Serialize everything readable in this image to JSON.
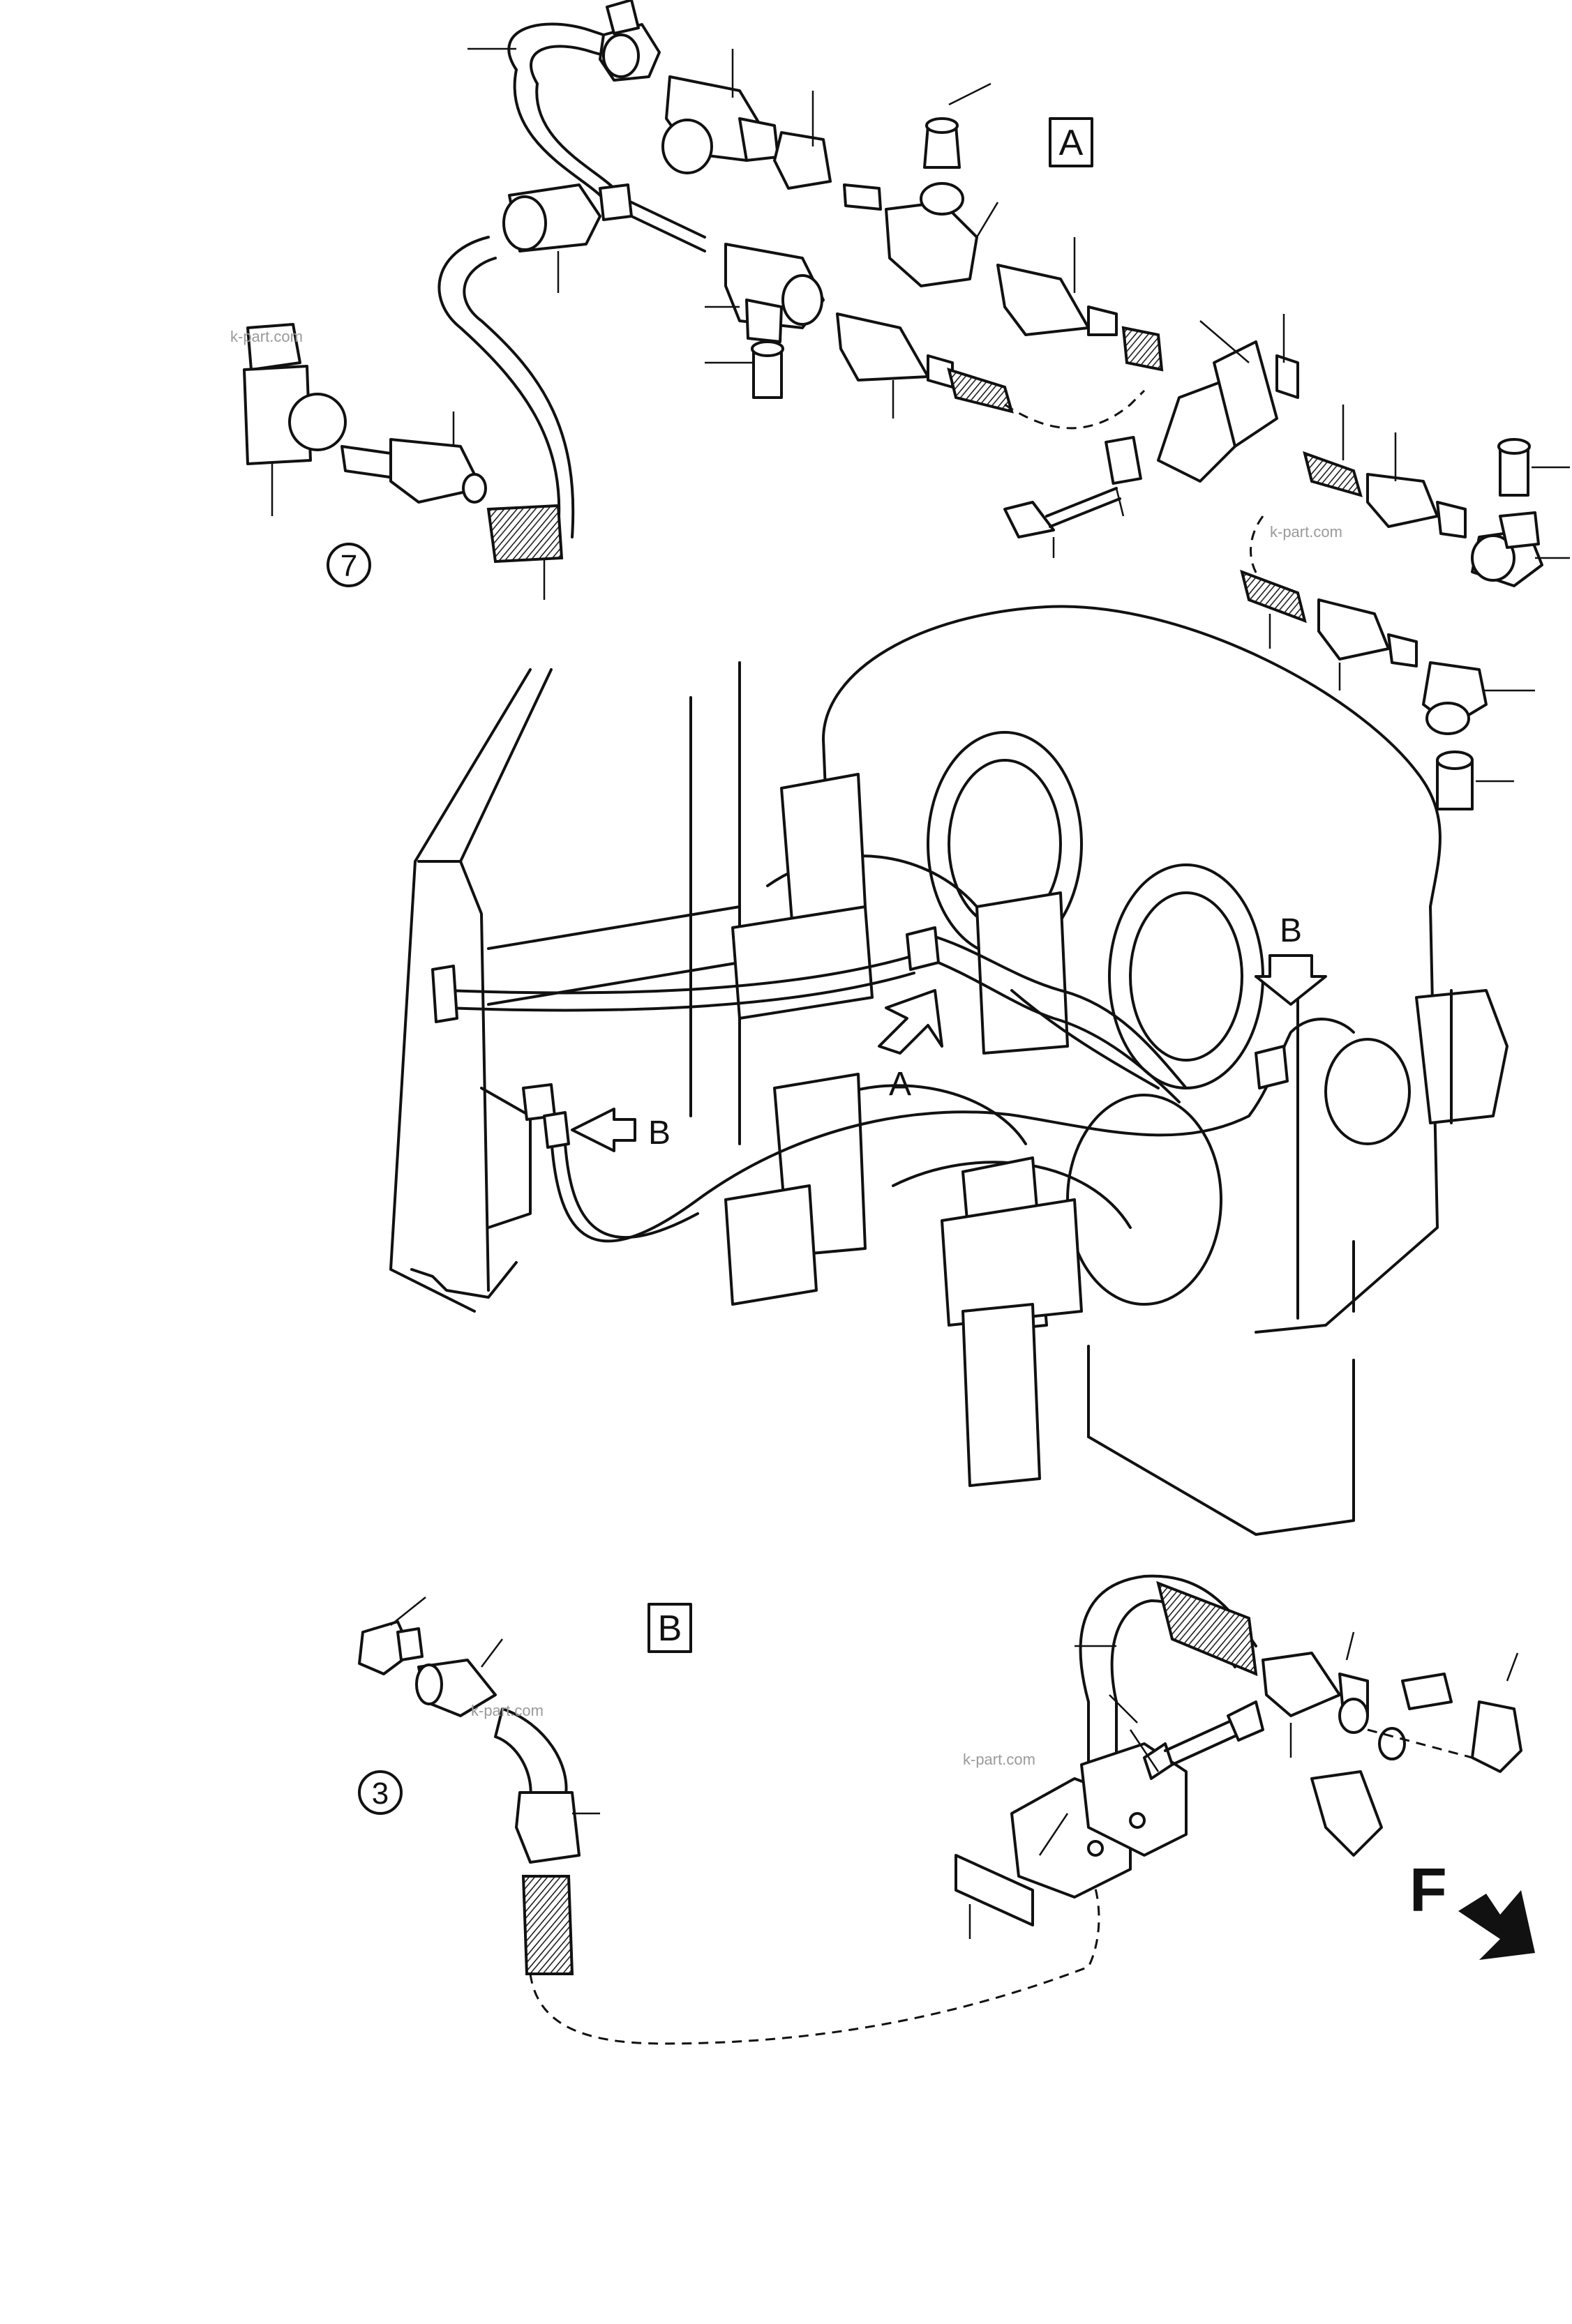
{
  "watermarks": [
    "k-part.com",
    "k-part.com",
    "k-part.com",
    "k-part.com"
  ],
  "detail_labels": {
    "a": "A",
    "b": "B"
  },
  "callouts": {
    "c7": "7",
    "c3": "3"
  },
  "view_arrows": {
    "a": "A",
    "b1": "B",
    "b2": "B"
  },
  "direction_marker": {
    "letter": "F"
  }
}
